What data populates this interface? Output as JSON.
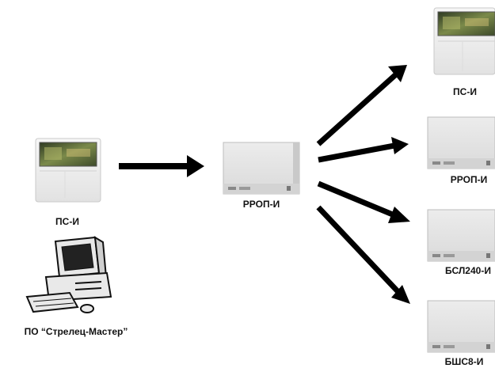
{
  "colors": {
    "arrow": "#000000",
    "device_body": "#eeeeee",
    "device_screen": "#5a6a3c",
    "box_body": "#e3e3e3",
    "box_bar": "#cfcfcf",
    "computer_body": "#e9e9e9",
    "label": "#111111"
  },
  "source": {
    "panel": {
      "label": "ПС-И",
      "icon": "control-panel-icon"
    },
    "software": {
      "label": "ПО “Стрелец-Мастер”",
      "icon": "computer-icon"
    }
  },
  "hub": {
    "label": "РРОП-И",
    "icon": "radio-module-icon"
  },
  "targets": [
    {
      "label": "ПС-И",
      "icon": "control-panel-icon"
    },
    {
      "label": "РРОП-И",
      "icon": "radio-module-icon"
    },
    {
      "label": "БСЛ240-И",
      "icon": "radio-module-icon"
    },
    {
      "label": "БШС8-И",
      "icon": "radio-module-icon"
    }
  ]
}
